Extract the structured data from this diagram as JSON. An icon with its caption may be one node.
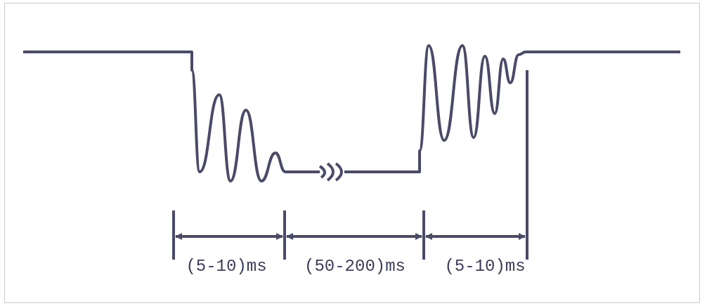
{
  "diagram": {
    "labels": [
      "(5-10)ms",
      "(50-200)ms",
      "(5-10)ms"
    ]
  }
}
